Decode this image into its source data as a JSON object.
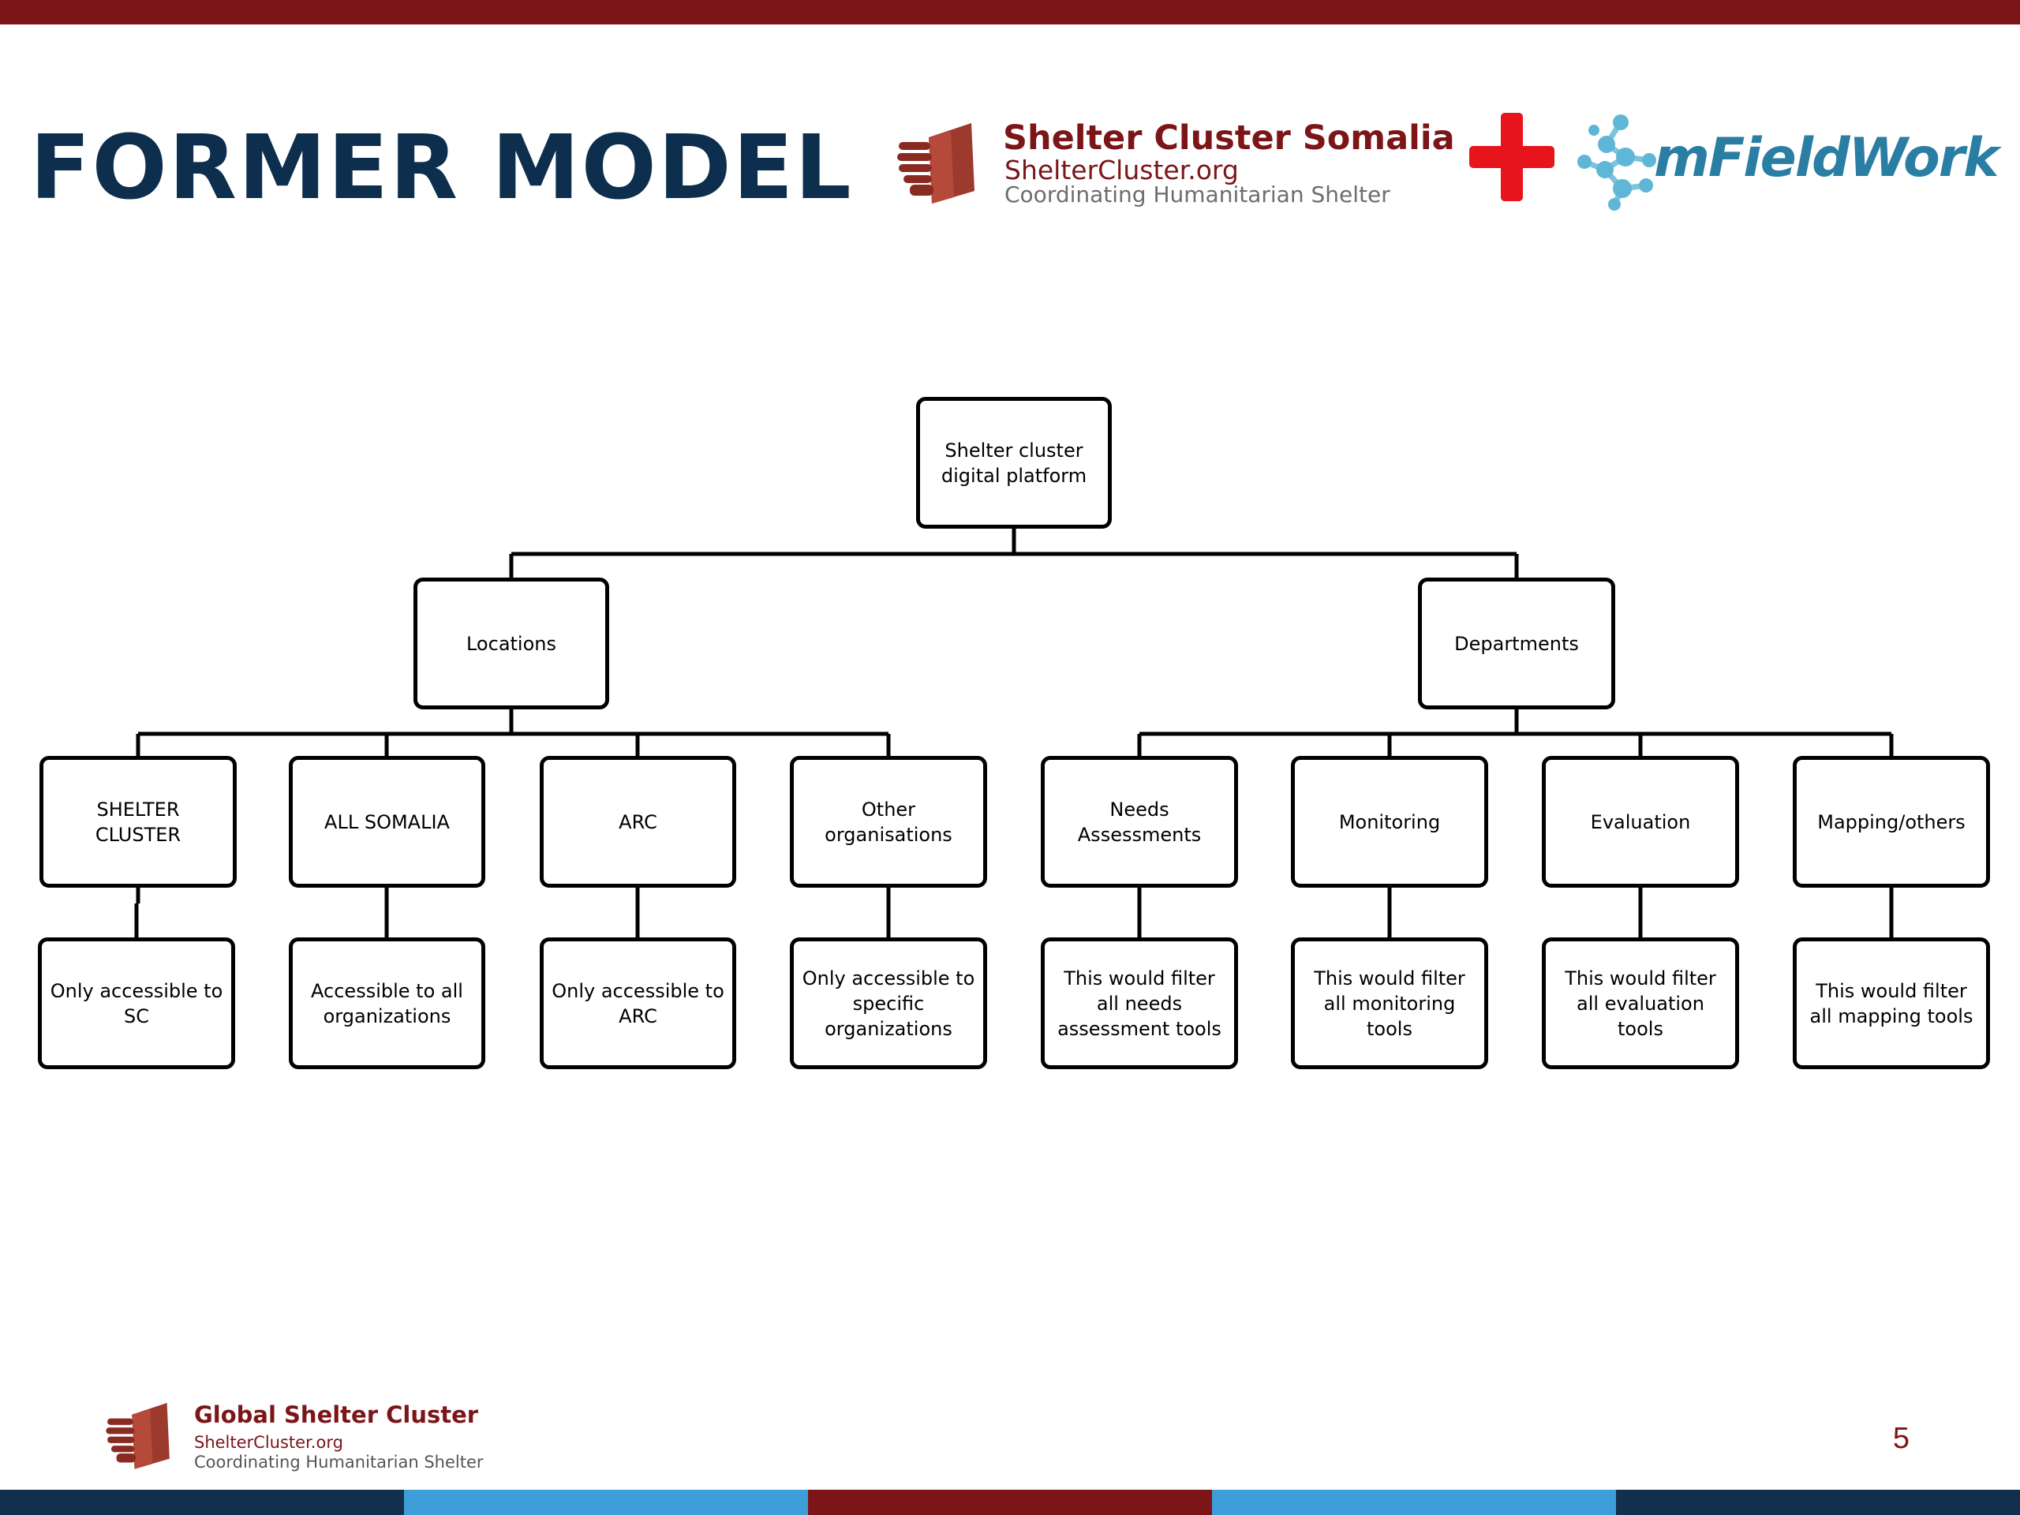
{
  "slide": {
    "title": "FORMER MODEL",
    "page_number": "5"
  },
  "header_logos": {
    "shelter_cluster_somalia": {
      "name": "Shelter Cluster Somalia",
      "site": "ShelterCluster.org",
      "tagline": "Coordinating Humanitarian Shelter"
    },
    "mfieldwork": {
      "name": "mFieldWork"
    }
  },
  "footer_logo": {
    "name": "Global Shelter Cluster",
    "site": "ShelterCluster.org",
    "tagline": "Coordinating Humanitarian Shelter"
  },
  "diagram": {
    "root": "Shelter cluster\ndigital platform",
    "branches": [
      {
        "label": "Locations",
        "children": [
          {
            "label": "SHELTER CLUSTER",
            "detail": "Only accessible to\nSC"
          },
          {
            "label": "ALL SOMALIA",
            "detail": "Accessible to all\norganizations"
          },
          {
            "label": "ARC",
            "detail": "Only accessible to\nARC"
          },
          {
            "label": "Other\norganisations",
            "detail": "Only accessible to\nspecific\norganizations"
          }
        ]
      },
      {
        "label": "Departments",
        "children": [
          {
            "label": "Needs\nAssessments",
            "detail": "This would filter\nall needs\nassessment tools"
          },
          {
            "label": "Monitoring",
            "detail": "This would filter\nall monitoring\ntools"
          },
          {
            "label": "Evaluation",
            "detail": "This would filter\nall evaluation\ntools"
          },
          {
            "label": "Mapping/others",
            "detail": "This would filter\nall mapping tools"
          }
        ]
      }
    ]
  },
  "colors": {
    "title": "#0d2f4d",
    "brand_red": "#7b1518",
    "plus_red": "#e8141b",
    "mfield_blue": "#2a7ea3",
    "bottom_bar": [
      "#10304d",
      "#3e9fd8",
      "#7b1518",
      "#3e9fd8",
      "#10304d"
    ]
  }
}
